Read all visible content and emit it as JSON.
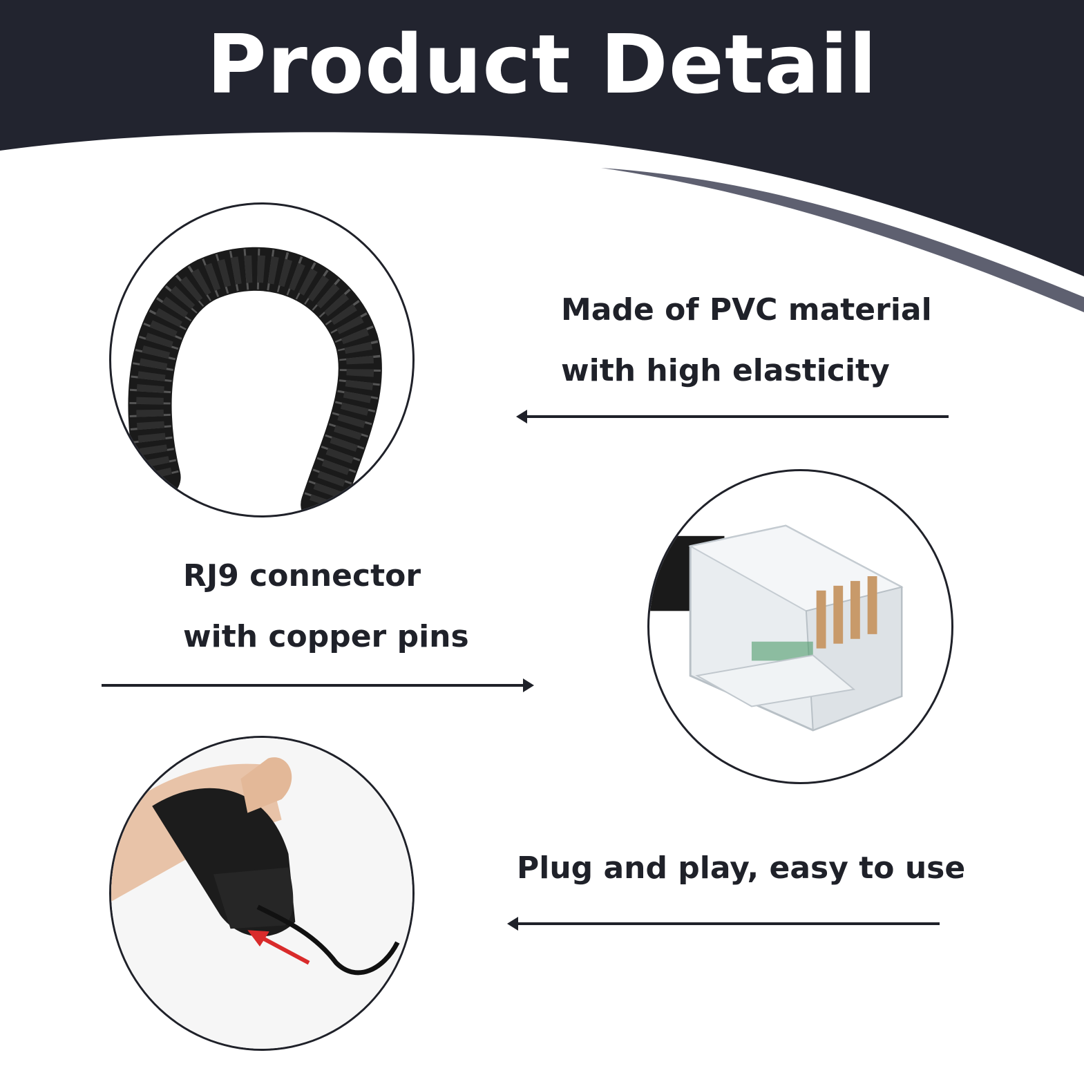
{
  "header": {
    "title": "Product Detail",
    "background_color": "#22242f",
    "accent_color": "#5e6070"
  },
  "features": [
    {
      "lines": [
        "Made of PVC material",
        "with high elasticity"
      ],
      "arrow_direction": "left",
      "image": "coiled-cord-photo"
    },
    {
      "lines": [
        "RJ9 connector",
        "with copper pins"
      ],
      "arrow_direction": "right",
      "image": "rj9-connector-photo"
    },
    {
      "lines": [
        "Plug and play, easy to use"
      ],
      "arrow_direction": "left",
      "image": "handset-plug-photo"
    }
  ]
}
